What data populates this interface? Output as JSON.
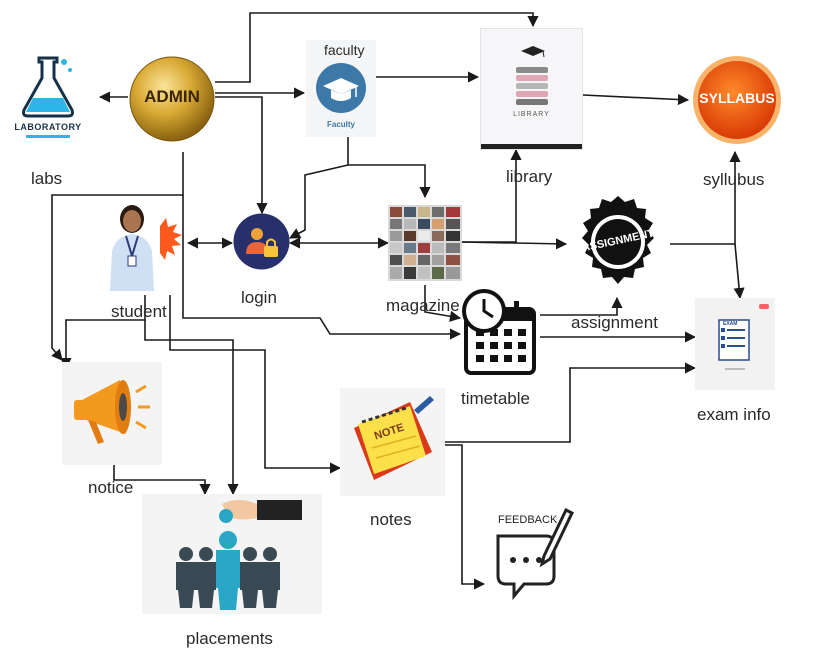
{
  "nodes": {
    "admin": {
      "label": "ADMIN"
    },
    "labs": {
      "label": "labs",
      "logo_text": "LABORATORY"
    },
    "faculty": {
      "label": "faculty",
      "caption": "Faculty"
    },
    "library": {
      "label": "library",
      "caption": "LIBRARY"
    },
    "syllabus": {
      "label": "syllubus",
      "badge": "SYLLABUS"
    },
    "student": {
      "label": "student"
    },
    "login": {
      "label": "login"
    },
    "magazine": {
      "label": "magazine"
    },
    "assignment": {
      "label": "assignment",
      "stamp_text": "ASSIGNMENT"
    },
    "notice": {
      "label": "notice"
    },
    "timetable": {
      "label": "timetable"
    },
    "exam_info": {
      "label": "exam info",
      "sheet_text": "EXAM"
    },
    "notes": {
      "label": "notes",
      "note_text": "NOTE"
    },
    "feedback": {
      "label": "",
      "heading": "FEEDBACK"
    },
    "placements": {
      "label": "placements"
    }
  },
  "colors": {
    "arrow": "#1a1a1a",
    "admin_gold": "#c89a22",
    "syllabus_orange": "#f05a12",
    "faculty_blue": "#3c78a8",
    "login_navy": "#27306b",
    "notice_orange": "#f39a1e",
    "placements_teal": "#2aa7c4"
  }
}
